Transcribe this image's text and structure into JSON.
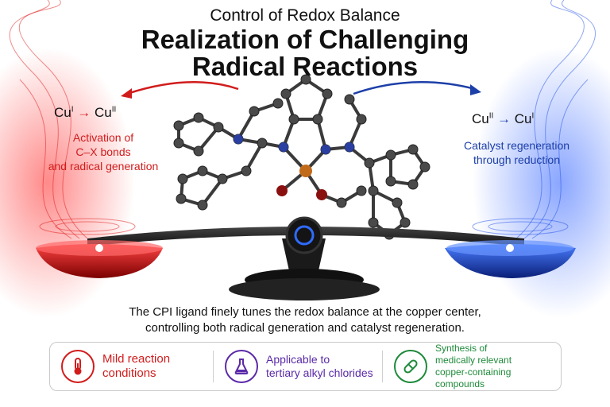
{
  "header": {
    "kicker": "Control of Redox Balance",
    "title_line1": "Realization of Challenging",
    "title_line2": "Radical Reactions"
  },
  "left": {
    "redox_from": "Cu",
    "redox_from_sup": "I",
    "redox_to": "Cu",
    "redox_to_sup": "II",
    "desc_line1": "Activation of",
    "desc_line2": "C–X bonds",
    "desc_line3": "and radical generation"
  },
  "right": {
    "redox_from": "Cu",
    "redox_from_sup": "II",
    "redox_to": "Cu",
    "redox_to_sup": "I",
    "desc_line1": "Catalyst regeneration",
    "desc_line2": "through reduction"
  },
  "caption": {
    "line1": "The CPI ligand finely tunes the redox balance at the copper center,",
    "line2": "controlling both radical generation and catalyst regeneration."
  },
  "features": [
    {
      "icon": "thermometer-icon",
      "line1": "Mild reaction",
      "line2": "conditions",
      "line3": "",
      "color": "#d11c1c"
    },
    {
      "icon": "flask-icon",
      "line1": "Applicable to",
      "line2": "tertiary alkyl chlorides",
      "line3": "",
      "color": "#5b2aa8"
    },
    {
      "icon": "capsule-icon",
      "line1": "Synthesis of",
      "line2": "medically relevant",
      "line3": "copper-containing compounds",
      "color": "#1e8a3a"
    }
  ],
  "colors": {
    "red": "#d11c1c",
    "blue": "#1d3fa8",
    "copper": "#c06a1a"
  }
}
